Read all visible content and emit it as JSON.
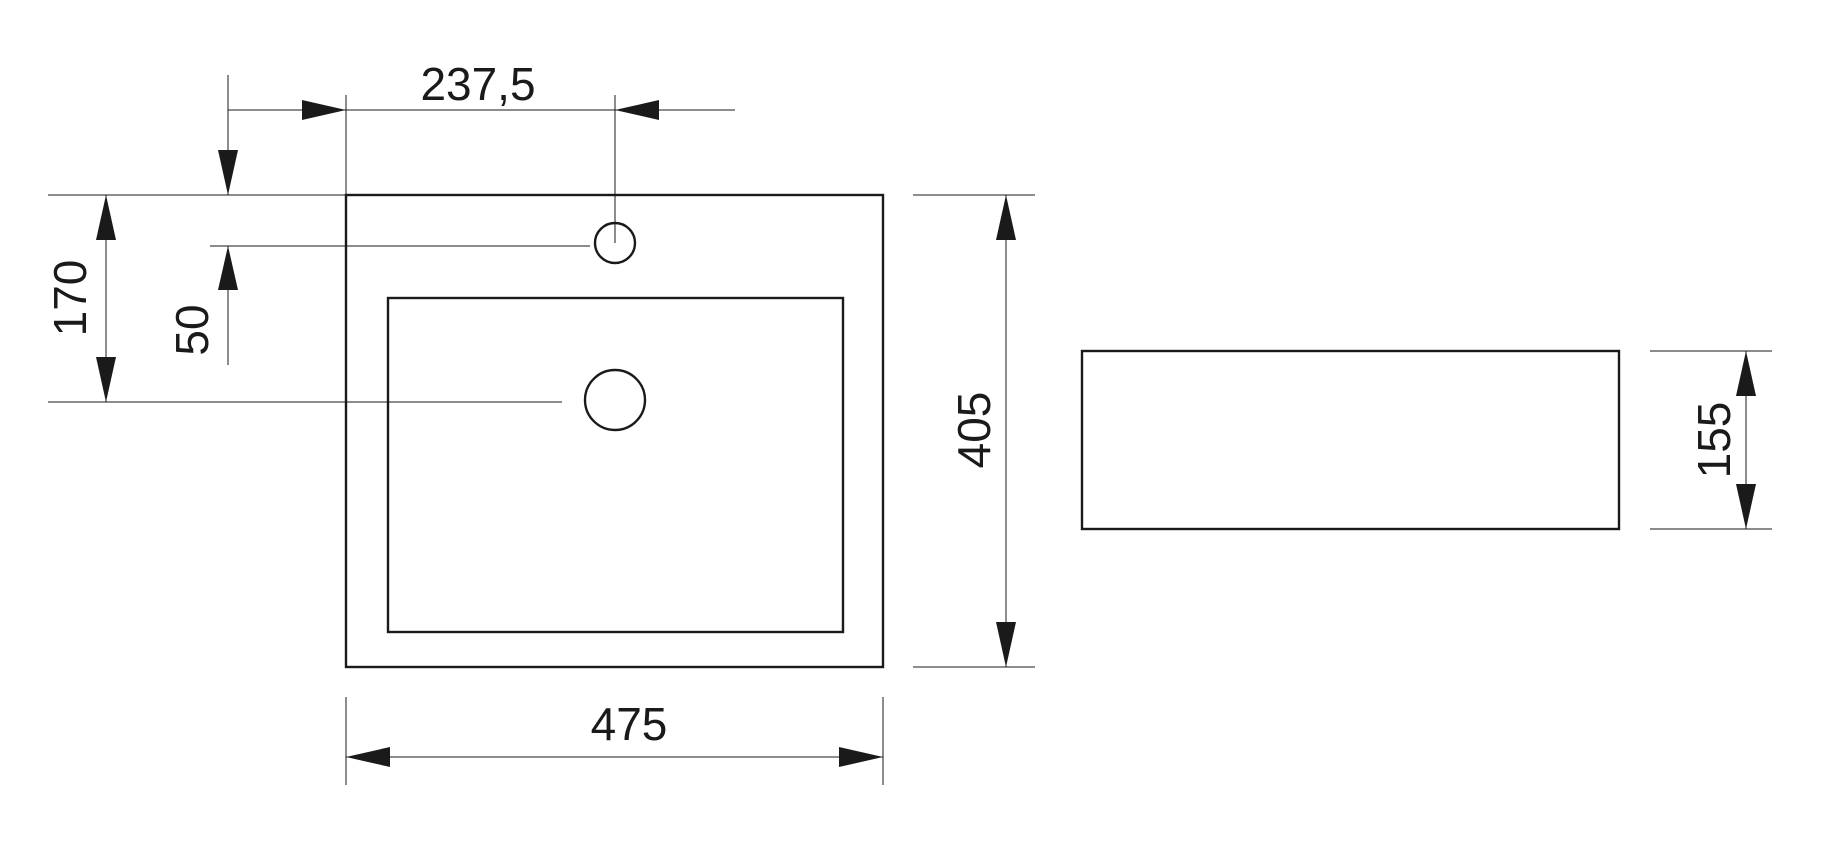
{
  "dimensions": {
    "tap_offset": "237,5",
    "tap_hole_to_edge": "50",
    "drain_from_edge": "170",
    "depth": "405",
    "width": "475",
    "height": "155"
  },
  "colors": {
    "line": "#1a1a1a",
    "background": "#ffffff"
  }
}
